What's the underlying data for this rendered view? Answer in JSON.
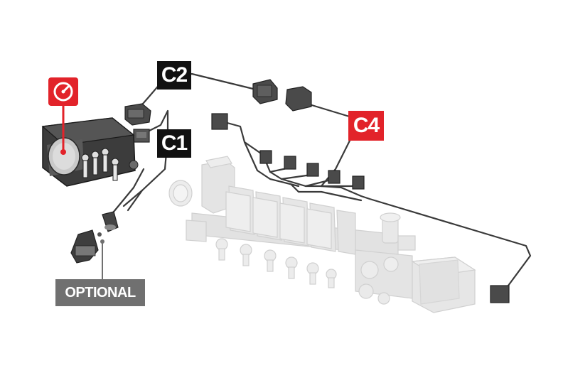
{
  "labels": {
    "c1": "C1",
    "c2": "C2",
    "c4": "C4",
    "optional": "OPTIONAL"
  },
  "icons": {
    "badge": "pressure-gauge-icon"
  },
  "colors": {
    "accent_red": "#e2232a",
    "label_dark": "#111111",
    "label_gray": "#707070",
    "cable": "#3a3a3a",
    "ghost_part": "#e6e6e6"
  }
}
